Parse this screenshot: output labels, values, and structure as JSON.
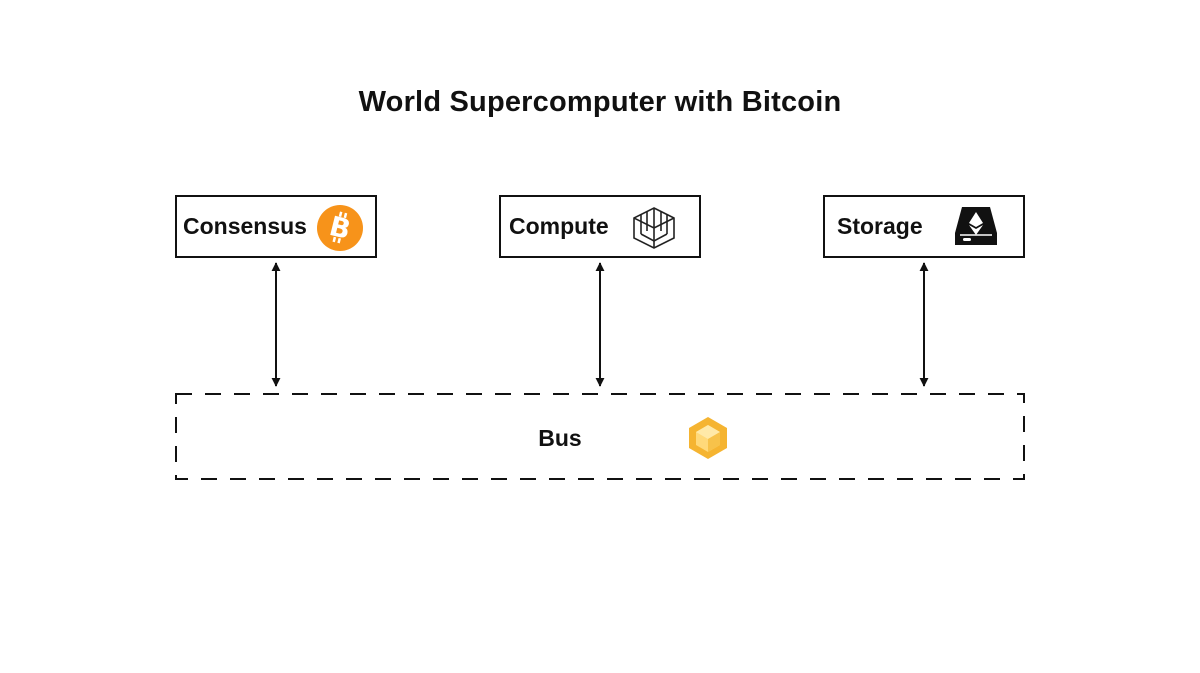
{
  "title": "World Supercomputer with Bitcoin",
  "components": {
    "consensus": {
      "label": "Consensus",
      "icon": "bitcoin-icon",
      "icon_color": "#F7931A"
    },
    "compute": {
      "label": "Compute",
      "icon": "compute-cube-icon"
    },
    "storage": {
      "label": "Storage",
      "icon": "ethereum-drive-icon"
    }
  },
  "bus": {
    "label": "Bus",
    "icon": "yellow-cube-icon",
    "icon_color": "#F5B431"
  }
}
